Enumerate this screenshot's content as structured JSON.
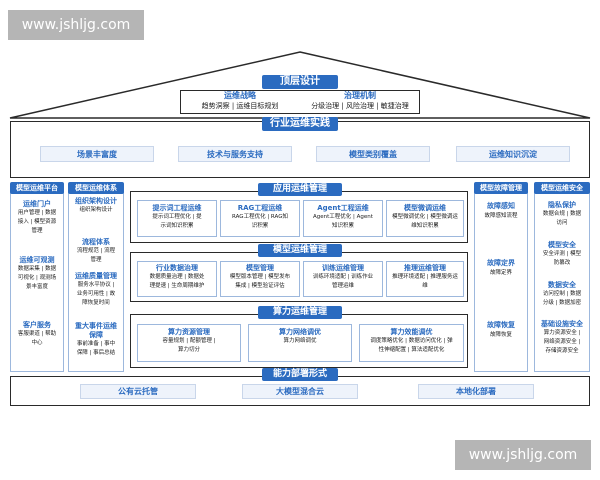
{
  "watermark": "www.jshljg.com",
  "top_design": {
    "title": "顶层设计",
    "items": [
      {
        "title": "运维战略",
        "text": "趋势洞察 | 运维目标规划"
      },
      {
        "title": "治理机制",
        "text": "分级治理 | 风险治理 | 敏捷治理"
      }
    ]
  },
  "practice": {
    "title": "行业运维实践",
    "items": [
      "场景丰富度",
      "技术与服务支持",
      "模型类别覆盖",
      "运维知识沉淀"
    ]
  },
  "left_platform": {
    "title": "模型运维平台",
    "sections": [
      {
        "title": "运维门户",
        "text": [
          "用户管理 | 数据",
          "接入 | 模型资源",
          "管理"
        ]
      },
      {
        "title": "运维可观测",
        "text": [
          "数据采集 | 数据",
          "可视化 | 观测场",
          "景丰富度"
        ]
      },
      {
        "title": "客户服务",
        "text": [
          "客服渠道 | 帮助",
          "中心"
        ]
      }
    ]
  },
  "left_system": {
    "title": "模型运维体系",
    "sections": [
      {
        "title": "组织架构设计",
        "text": [
          "组织架构设计"
        ]
      },
      {
        "title": "流程体系",
        "text": [
          "流程规范 | 流程",
          "管理"
        ]
      },
      {
        "title": "运维质量管理",
        "text": [
          "服务水平协议 |",
          "业务可用性 | 故",
          "障恢复时间"
        ]
      },
      {
        "title": "重大事件运维保障",
        "text": [
          "事前准备 | 事中",
          "保障 | 事后总结"
        ]
      }
    ]
  },
  "app_mgmt": {
    "title": "应用运维管理",
    "cards": [
      {
        "title": "提示词工程运维",
        "text": [
          "提示词工程优化 | 提",
          "示词知识积累"
        ]
      },
      {
        "title": "RAG工程运维",
        "text": [
          "RAG工程优化 | RAG知",
          "识积累"
        ]
      },
      {
        "title": "Agent工程运维",
        "text": [
          "Agent工程优化 | Agent",
          "知识积累"
        ]
      },
      {
        "title": "模型微调运维",
        "text": [
          "模型微调优化 | 模型微调运",
          "维知识积累"
        ]
      }
    ]
  },
  "model_mgmt": {
    "title": "模型运维管理",
    "cards": [
      {
        "title": "行业数据治理",
        "text": [
          "数据质量治理 | 数据处",
          "理提速 | 生命周期维护"
        ]
      },
      {
        "title": "模型管理",
        "text": [
          "模型版本管理 | 模型发布",
          "集成 | 模型验证评估"
        ]
      },
      {
        "title": "训练运维管理",
        "text": [
          "训练环境适配 | 训练作业",
          "管理运维"
        ]
      },
      {
        "title": "推理运维管理",
        "text": [
          "推理环境适配 | 推理服务运",
          "维"
        ]
      }
    ]
  },
  "compute_mgmt": {
    "title": "算力运维管理",
    "cards": [
      {
        "title": "算力资源管理",
        "text": [
          "容量规划 | 配额管理 |",
          "算力切分"
        ]
      },
      {
        "title": "算力网络调优",
        "text": [
          "算力网络调优"
        ]
      },
      {
        "title": "算力效能调优",
        "text": [
          "调度策略优化 | 数据访问优化 | 弹",
          "性伸缩配置 | 算法适配优化"
        ]
      }
    ]
  },
  "fault_mgmt": {
    "title": "模型故障管理",
    "sections": [
      {
        "title": "故障感知",
        "text": [
          "故障感知流程"
        ]
      },
      {
        "title": "故障定界",
        "text": [
          "故障定界"
        ]
      },
      {
        "title": "故障恢复",
        "text": [
          "故障恢复"
        ]
      }
    ]
  },
  "security": {
    "title": "模型运维安全",
    "sections": [
      {
        "title": "隐私保护",
        "text": [
          "数据合规 | 数据",
          "访问"
        ]
      },
      {
        "title": "模型安全",
        "text": [
          "安全评测 | 模型",
          "防篡改"
        ]
      },
      {
        "title": "数据安全",
        "text": [
          "访问控制 | 数据",
          "分级 | 数据加密"
        ]
      },
      {
        "title": "基础设施安全",
        "text": [
          "算力资源安全 |",
          "网络资源安全 |",
          "存储资源安全"
        ]
      }
    ]
  },
  "deploy": {
    "title": "能力部署形式",
    "items": [
      "公有云托管",
      "大模型混合云",
      "本地化部署"
    ]
  },
  "colors": {
    "primary": "#2b6bc0",
    "text": "#1a1a1a",
    "border": "#2a2a2a"
  }
}
